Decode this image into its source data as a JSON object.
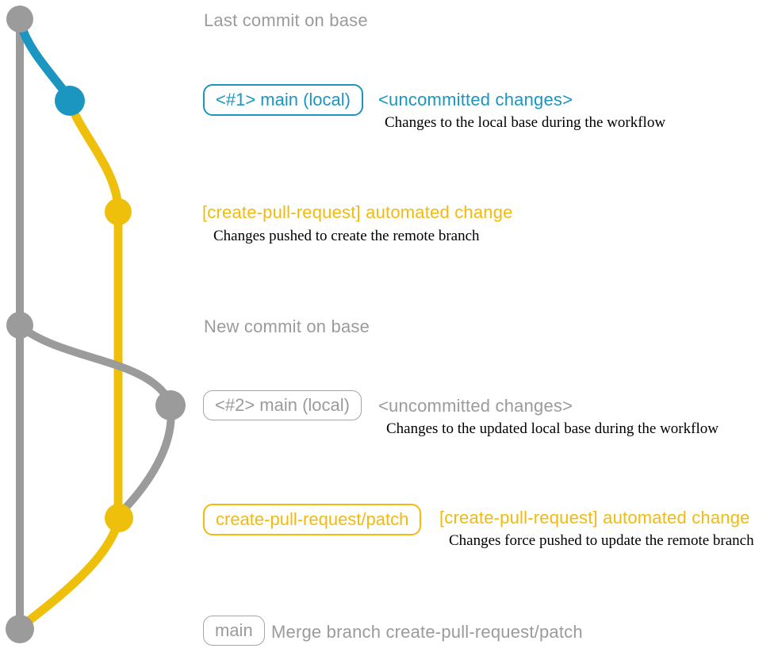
{
  "colors": {
    "gray": "#9b9b9b",
    "blue": "#1a96c0",
    "yellow": "#efc00b",
    "yellow_text": "#f3ba0d",
    "caption_text": "#000000",
    "background": "#ffffff"
  },
  "graph": {
    "branches": [
      {
        "name": "base",
        "color_role": "gray"
      },
      {
        "name": "local uncommitted changes",
        "color_role": "blue"
      },
      {
        "name": "create-pull-request/patch",
        "color_role": "yellow"
      }
    ],
    "commit_count": 7
  },
  "annotations": {
    "last_commit": "Last commit on base",
    "new_commit": "New commit on base"
  },
  "rows": {
    "r1": {
      "badge": "<#1> main (local)",
      "heading": "<uncommitted changes>",
      "caption": "Changes to the local base during the workflow"
    },
    "r2": {
      "heading": "[create-pull-request] automated change",
      "caption": "Changes pushed to create the remote branch"
    },
    "r3": {
      "badge": "<#2> main (local)",
      "heading": "<uncommitted changes>",
      "caption": "Changes to the updated local base during the workflow"
    },
    "r4": {
      "badge": "create-pull-request/patch",
      "heading": "[create-pull-request] automated change",
      "caption": "Changes force pushed to update the remote branch"
    },
    "r5": {
      "badge": "main",
      "heading": "Merge branch create-pull-request/patch"
    }
  }
}
